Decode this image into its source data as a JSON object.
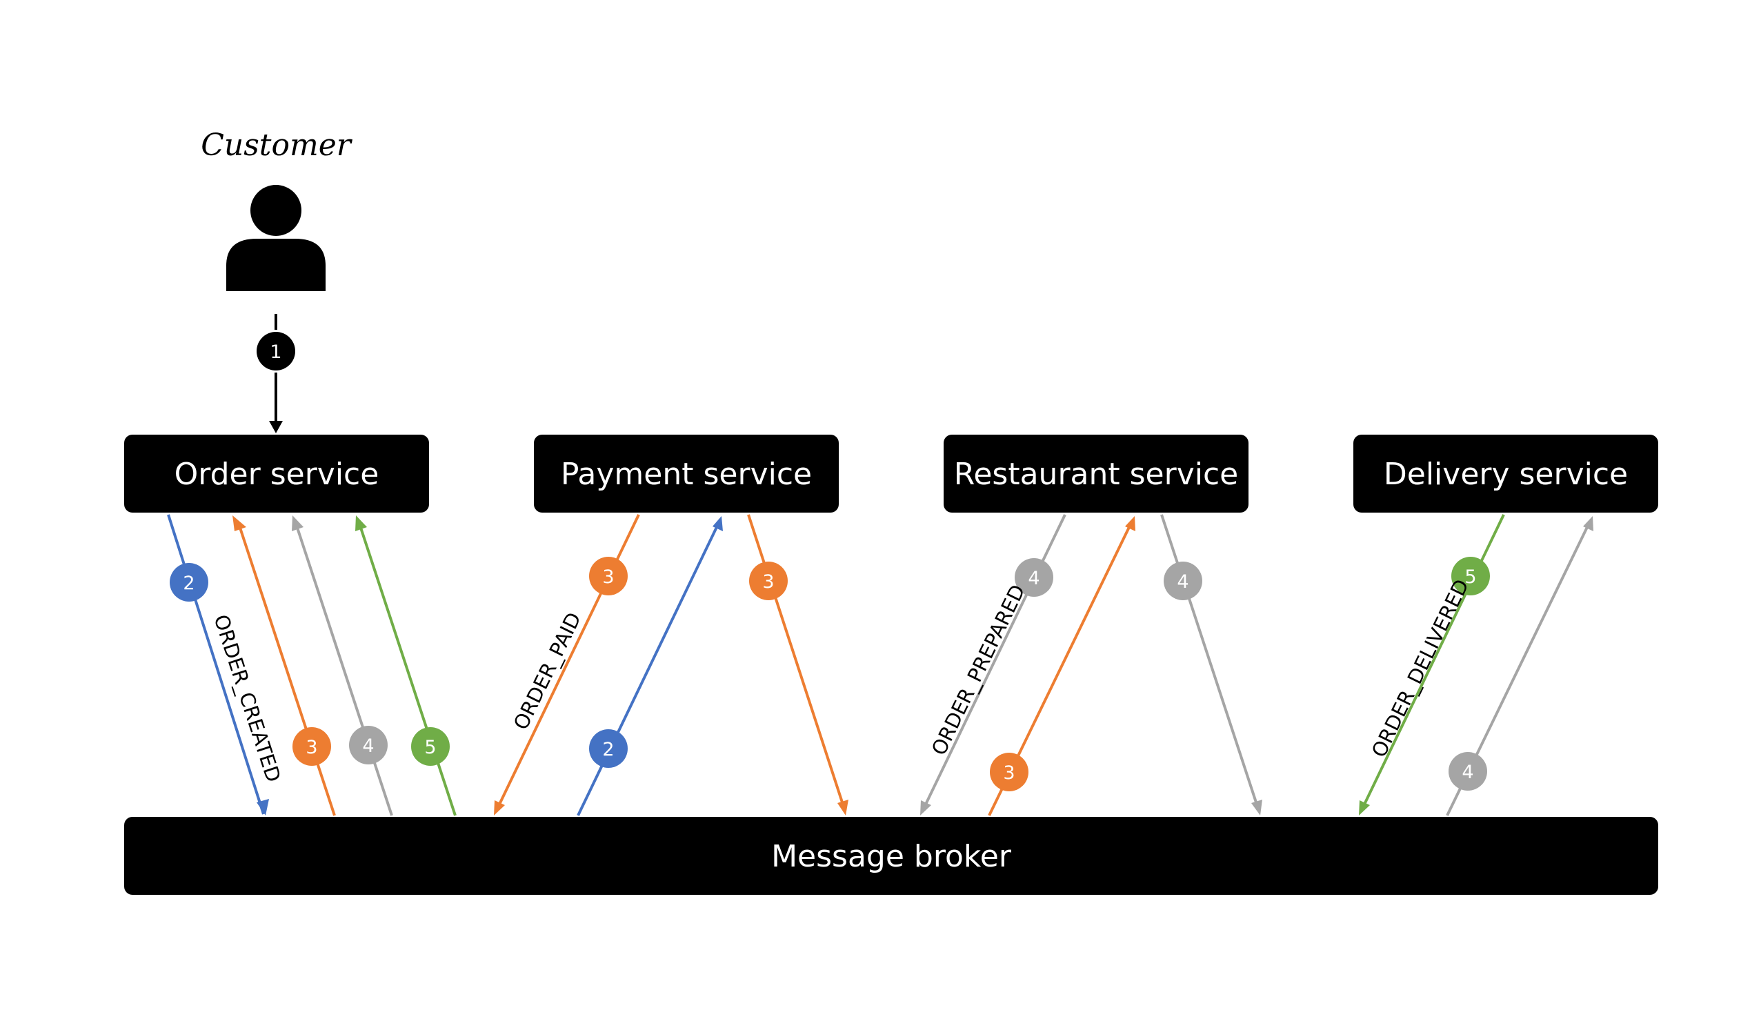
{
  "colors": {
    "blue": "#4472c4",
    "orange": "#ed7d31",
    "gray": "#a5a5a5",
    "green": "#70ad47",
    "black": "#000000"
  },
  "actor": {
    "label": "Customer",
    "icon": "person-icon"
  },
  "step1": {
    "badge": "1"
  },
  "services": {
    "order": "Order service",
    "payment": "Payment service",
    "restaurant": "Restaurant service",
    "delivery": "Delivery service"
  },
  "broker": {
    "label": "Message broker"
  },
  "edges": {
    "order_created": {
      "label": "ORDER_CREATED",
      "badge": "2"
    },
    "order_paid": {
      "label": "ORDER_PAID",
      "badge": "3"
    },
    "order_prepared": {
      "label": "ORDER_PREPARED",
      "badge": "4"
    },
    "order_delivered": {
      "label": "ORDER_DELIVERED",
      "badge": "5"
    },
    "order_from_paid": {
      "badge": "3"
    },
    "order_from_prepared": {
      "badge": "4"
    },
    "order_from_delivered": {
      "badge": "5"
    },
    "payment_from_created": {
      "badge": "2"
    },
    "payment_to_broker": {
      "badge": "3"
    },
    "restaurant_from_paid": {
      "badge": "3"
    },
    "restaurant_to_broker": {
      "badge": "4"
    },
    "delivery_from_prepared": {
      "badge": "4"
    }
  }
}
